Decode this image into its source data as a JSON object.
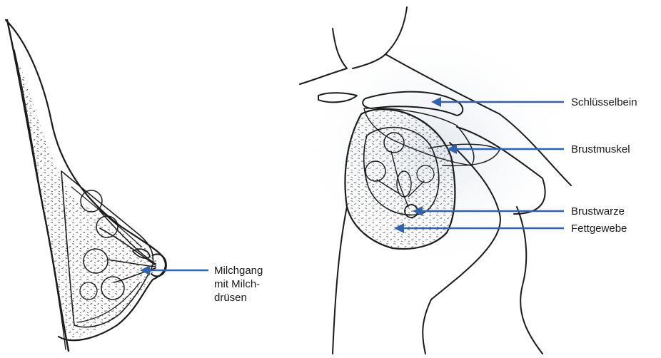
{
  "labels": {
    "milk_duct": [
      "Milchgang",
      "mit Milch-",
      "drüsen"
    ],
    "collarbone": "Schlüsselbein",
    "chest_muscle": "Brustmuskel",
    "nipple": "Brustwarze",
    "fat_tissue": "Fettgewebe"
  },
  "colors": {
    "arrow": "#2f63ad",
    "ink": "#1b1b1b",
    "background": "#ffffff"
  }
}
